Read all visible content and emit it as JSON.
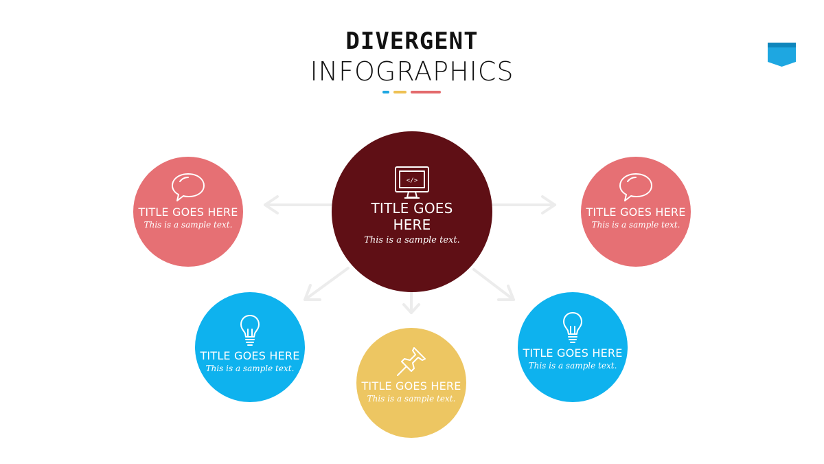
{
  "header": {
    "line1": "DIVERGENT",
    "line2": "INFOGRAPHICS",
    "accent_colors": [
      "#1ea7e1",
      "#eec153",
      "#e36a6c"
    ]
  },
  "colors": {
    "dark_red": "#5f0f15",
    "coral": "#e67074",
    "blue": "#0eb2ee",
    "yellow": "#edc662",
    "arrow": "#ececec",
    "flag": "#1ea7e1"
  },
  "center": {
    "title": "TITLE GOES HERE",
    "text": "This is a sample text.",
    "icon": "monitor-code-icon"
  },
  "nodes": {
    "left_top": {
      "title": "TITLE GOES HERE",
      "text": "This is a sample text.",
      "icon": "speech-bubble-icon"
    },
    "right_top": {
      "title": "TITLE GOES HERE",
      "text": "This is a sample text.",
      "icon": "speech-bubble-icon"
    },
    "left_bottom": {
      "title": "TITLE GOES HERE",
      "text": "This is a sample text.",
      "icon": "lightbulb-icon"
    },
    "middle_bottom": {
      "title": "TITLE GOES HERE",
      "text": "This is a sample text.",
      "icon": "pushpin-icon"
    },
    "right_bottom": {
      "title": "TITLE GOES HERE",
      "text": "This is a sample text.",
      "icon": "lightbulb-icon"
    }
  }
}
